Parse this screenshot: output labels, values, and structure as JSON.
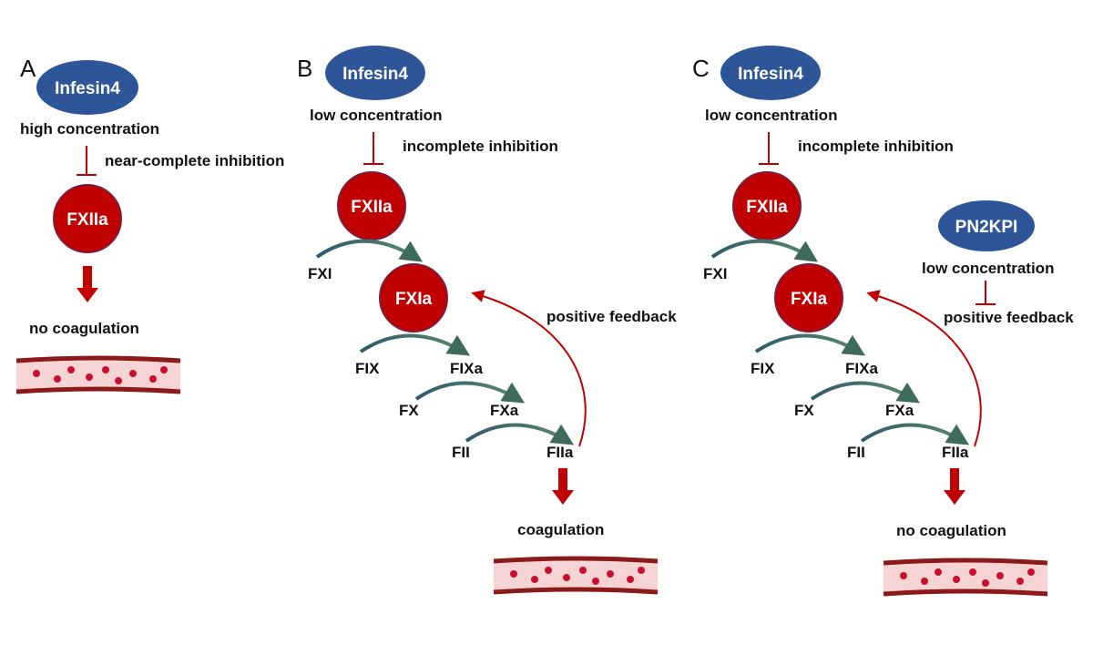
{
  "panels": [
    {
      "letter": "A",
      "inhibitor": "Infesin4",
      "concentration": "high concentration",
      "inhibition": "near-complete inhibition",
      "enzyme": "FXIIa",
      "outcome": "no coagulation"
    },
    {
      "letter": "B",
      "inhibitor": "Infesin4",
      "concentration": "low concentration",
      "inhibition": "incomplete inhibition",
      "enzyme": "FXIIa",
      "fxi": "FXI",
      "fxia": "FXIa",
      "fix": "FIX",
      "fixa": "FIXa",
      "fx": "FX",
      "fxa": "FXa",
      "fii": "FII",
      "fiia": "FIIa",
      "feedback": "positive feedback",
      "outcome": "coagulation"
    },
    {
      "letter": "C",
      "inhibitor": "Infesin4",
      "concentration": "low concentration",
      "inhibition": "incomplete inhibition",
      "enzyme": "FXIIa",
      "fxi": "FXI",
      "fxia": "FXIa",
      "fix": "FIX",
      "fixa": "FIXa",
      "fx": "FX",
      "fxa": "FXa",
      "fii": "FII",
      "fiia": "FIIa",
      "second_inhibitor": "PN2KPI",
      "second_concentration": "low concentration",
      "feedback": "positive feedback",
      "outcome": "no coagulation"
    }
  ],
  "colors": {
    "oval": "#2e5597",
    "enzyme": "#c00000",
    "enzyme_stroke": "#7a1f3d",
    "inhibit_line": "#c00000",
    "block_arrow": "#c00000",
    "curve_arrow": "#3e6b5e",
    "feedback_arrow": "#c00000",
    "vessel_wall": "#8b1a1a",
    "vessel_inner": "#f7d4d4",
    "cell": "#c8102e"
  }
}
